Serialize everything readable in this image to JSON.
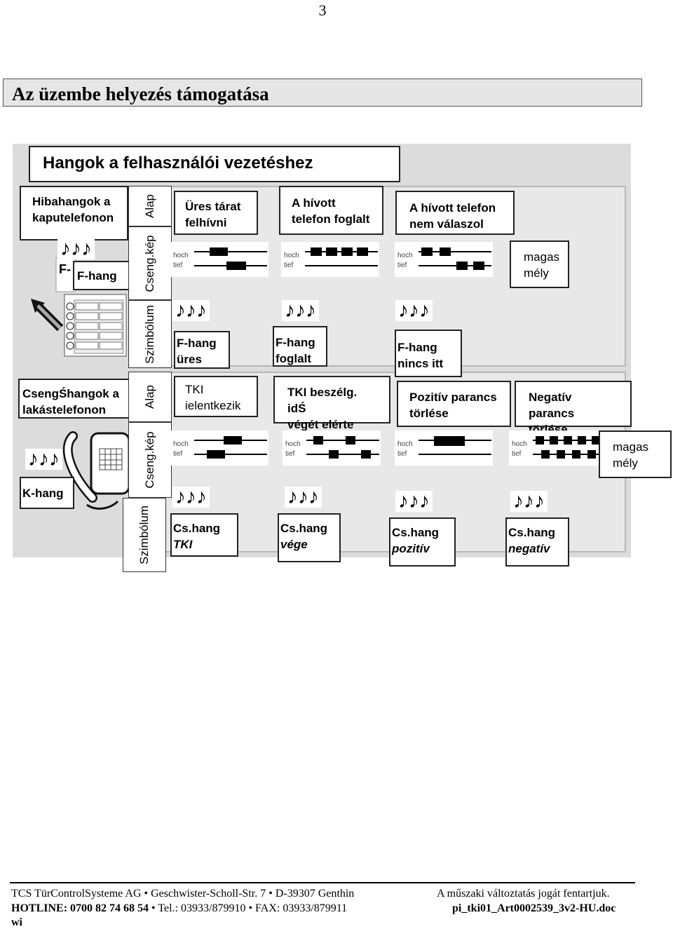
{
  "page_number": "3",
  "section_title": "Az üzembe helyezés támogatása",
  "panel_title": "Hangok a felhasználói vezetéshez",
  "side_labels": {
    "alap": "Alap",
    "cseng_kep": "Cseng.kép",
    "szimbolum": "Szimbólum"
  },
  "level_labels": {
    "high": "magas",
    "low": "mély"
  },
  "signal_axis": {
    "high": "hoch",
    "low": "tief"
  },
  "note_icon": "♪♪♪",
  "door": {
    "heading": [
      "Hibahangok a",
      "kaputelefonon"
    ],
    "f_hang": "F-hang",
    "display_f": "F-",
    "columns": [
      {
        "title": [
          "Üres tárat",
          "felhívni"
        ],
        "symbol": [
          "F-hang",
          "üres"
        ]
      },
      {
        "title": [
          "A hívott",
          "telefon foglalt"
        ],
        "symbol": [
          "F-hang",
          "foglalt"
        ]
      },
      {
        "title": [
          "A hívott telefon",
          "nem válaszol"
        ],
        "symbol": [
          "F-hang",
          "nincs itt"
        ]
      }
    ]
  },
  "home": {
    "heading": [
      "CsengŚhangok a",
      "lakástelefonon"
    ],
    "k_hang": "K-hang",
    "columns": [
      {
        "title": [
          "TKI",
          "ielentkezik"
        ],
        "symbol": [
          "Cs.hang",
          "TKI"
        ]
      },
      {
        "title": [
          "TKI beszélg. idŚ",
          "végét elérte"
        ],
        "symbol": [
          "Cs.hang",
          "vége"
        ]
      },
      {
        "title": [
          "Pozitív parancs",
          "törlése"
        ],
        "symbol": [
          "Cs.hang",
          "pozitív"
        ]
      },
      {
        "title": [
          "Negatív parancs",
          "törlése"
        ],
        "symbol": [
          "Cs.hang",
          "negatív"
        ]
      }
    ]
  },
  "footer": {
    "company": "TCS TürControlSysteme AG",
    "street": "Geschwister-Scholl-Str. 7",
    "city": "D-39307 Genthin",
    "rights": "A műszaki változtatás jogát fentartjuk.",
    "hotline": "HOTLINE: 0700 82 74 68 54",
    "tel": "Tel.: 03933/879910",
    "fax": "FAX:  03933/879911",
    "doc": "pi_tki01_Art0002539_3v2-HU.doc",
    "wi": "wi"
  }
}
